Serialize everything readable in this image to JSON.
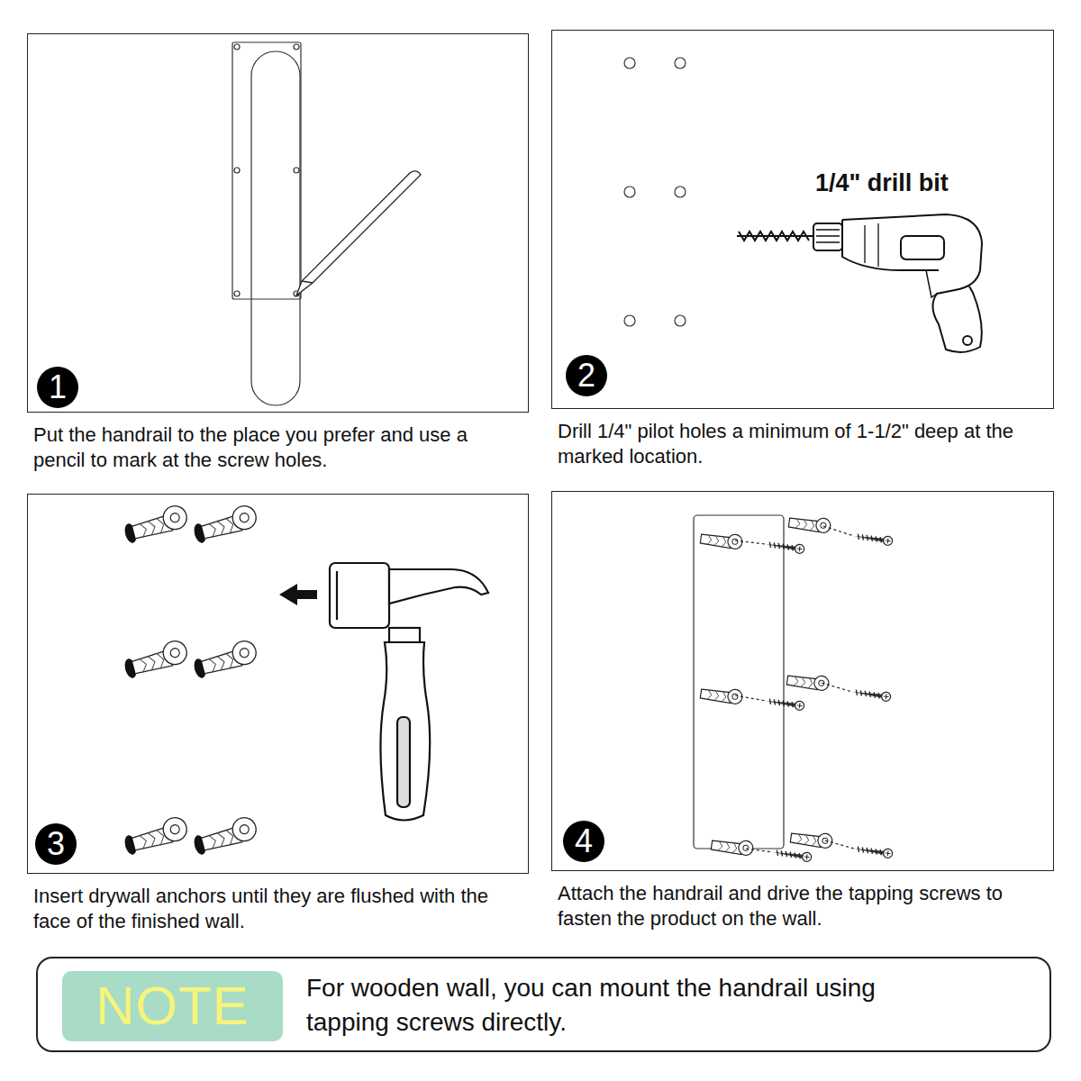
{
  "diagram": {
    "nodes": [
      {
        "text": [
          "Put the handrail to the place you prefer and use a pencil to mark at the screw holes."
        ]
      },
      {
        "text": [
          "1"
        ],
        "in": 0
      },
      {
        "text": [
          "Drill 1/4\" pilot holes a minimum of 1-1/2\" deep at the marked location."
        ]
      },
      {
        "text": [
          "2"
        ],
        "in": 2
      },
      {
        "text": [
          "Insert drywall anchors until they are flushed with the face of the finished wall."
        ]
      },
      {
        "text": [
          "3"
        ],
        "in": 4
      },
      {
        "text": [
          "Attach the handrail and drive the tapping screws to fasten the product on the wall."
        ]
      },
      {
        "text": [
          "4"
        ],
        "in": 6
      },
      {
        "text": [
          "For wooden wall, you can mount the handrail using tapping screws directly."
        ]
      },
      {
        "text": [
          "NOTE"
        ],
        "in": 8
      }
    ],
    "labels": [
      "1/4\" drill bit"
    ]
  }
}
